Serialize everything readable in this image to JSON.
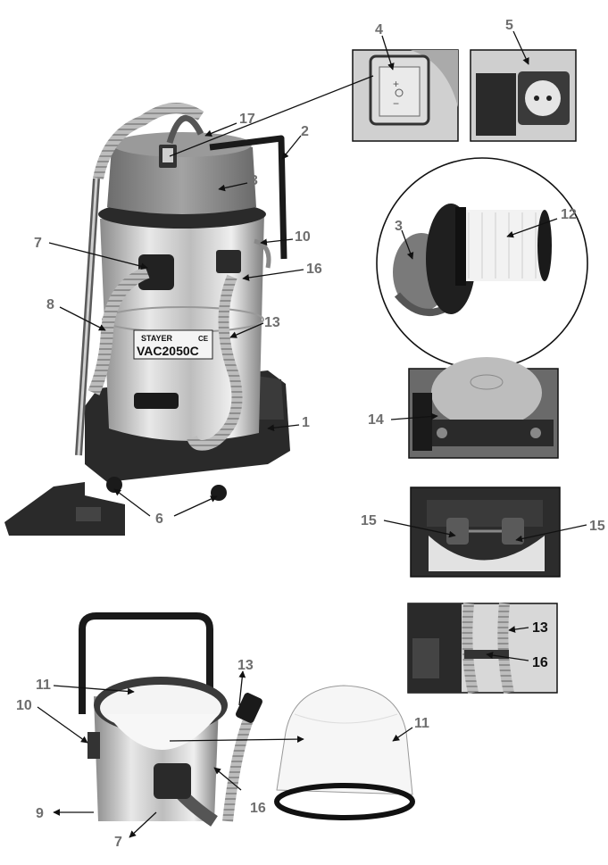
{
  "labels": {
    "l1": "1",
    "l2": "2",
    "l3": "3",
    "l3b": "3",
    "l4": "4",
    "l5": "5",
    "l6": "6",
    "l7": "7",
    "l7b": "7",
    "l8": "8",
    "l9": "9",
    "l10": "10",
    "l10b": "10",
    "l11": "11",
    "l11b": "11",
    "l12": "12",
    "l13": "13",
    "l13b": "13",
    "l13c": "13",
    "l14": "14",
    "l15a": "15",
    "l15b": "15",
    "l16": "16",
    "l16b": "16",
    "l16c": "16",
    "l17": "17"
  },
  "device": {
    "brand": "STAYER",
    "model": "VAC2050C",
    "ce_mark": "CE"
  },
  "colors": {
    "label_gray": "#6e6e6e",
    "dark": "#1a1a1a",
    "steel": "#c9c9c9",
    "head_gray": "#8c8c8c",
    "hose": "#b5b5b5"
  }
}
